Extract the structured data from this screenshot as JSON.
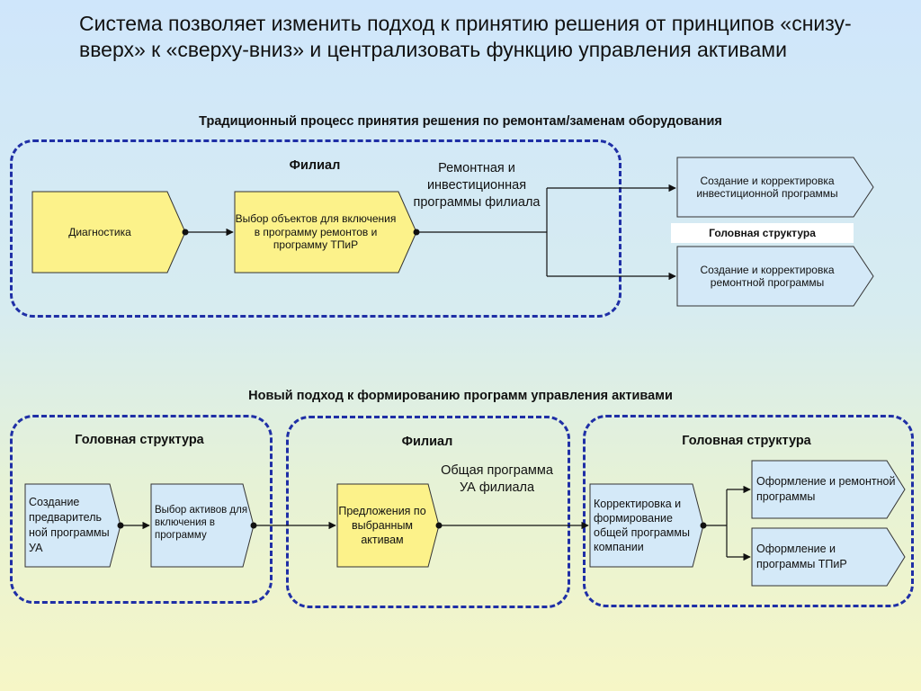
{
  "slide": {
    "title": "Система позволяет изменить подход к принятию решения от принципов «снизу-вверх» к «сверху-вниз» и централизовать функцию управления активами"
  },
  "traditional": {
    "heading": "Традиционный процесс принятия решения по ремонтам/заменам оборудования",
    "branch_label": "Филиал",
    "diagnostics": "Диагностика",
    "selection": "Выбор объектов для включения в программу ремонтов и программу ТПиР",
    "flow_label": "Ремонтная и инвестиционная программы филиала",
    "head_tag": "Головная структура",
    "invest_program": "Создание и корректировка инвестиционной программы",
    "repair_program": "Создание и корректировка ремонтной программы"
  },
  "new_approach": {
    "heading": "Новый подход к формированию программ управления активами",
    "head_left_label": "Головная структура",
    "branch_label": "Филиал",
    "head_right_label": "Головная структура",
    "preliminary": "Создание предваритель ной программы УА",
    "asset_selection": "Выбор активов для включения в программу",
    "proposals": "Предложения по выбранным активам",
    "flow_label": "Общая программа УА филиала",
    "correction": "Корректировка и формирование общей программы компании",
    "repair_form": "Оформление и ремонтной программы",
    "tpir_form": "Оформление и программы ТПиР"
  },
  "colors": {
    "yellow_fill": "#fcf28a",
    "blue_fill": "#d4e9f8",
    "border": "#1f2fa6",
    "shape_stroke": "#333333"
  }
}
